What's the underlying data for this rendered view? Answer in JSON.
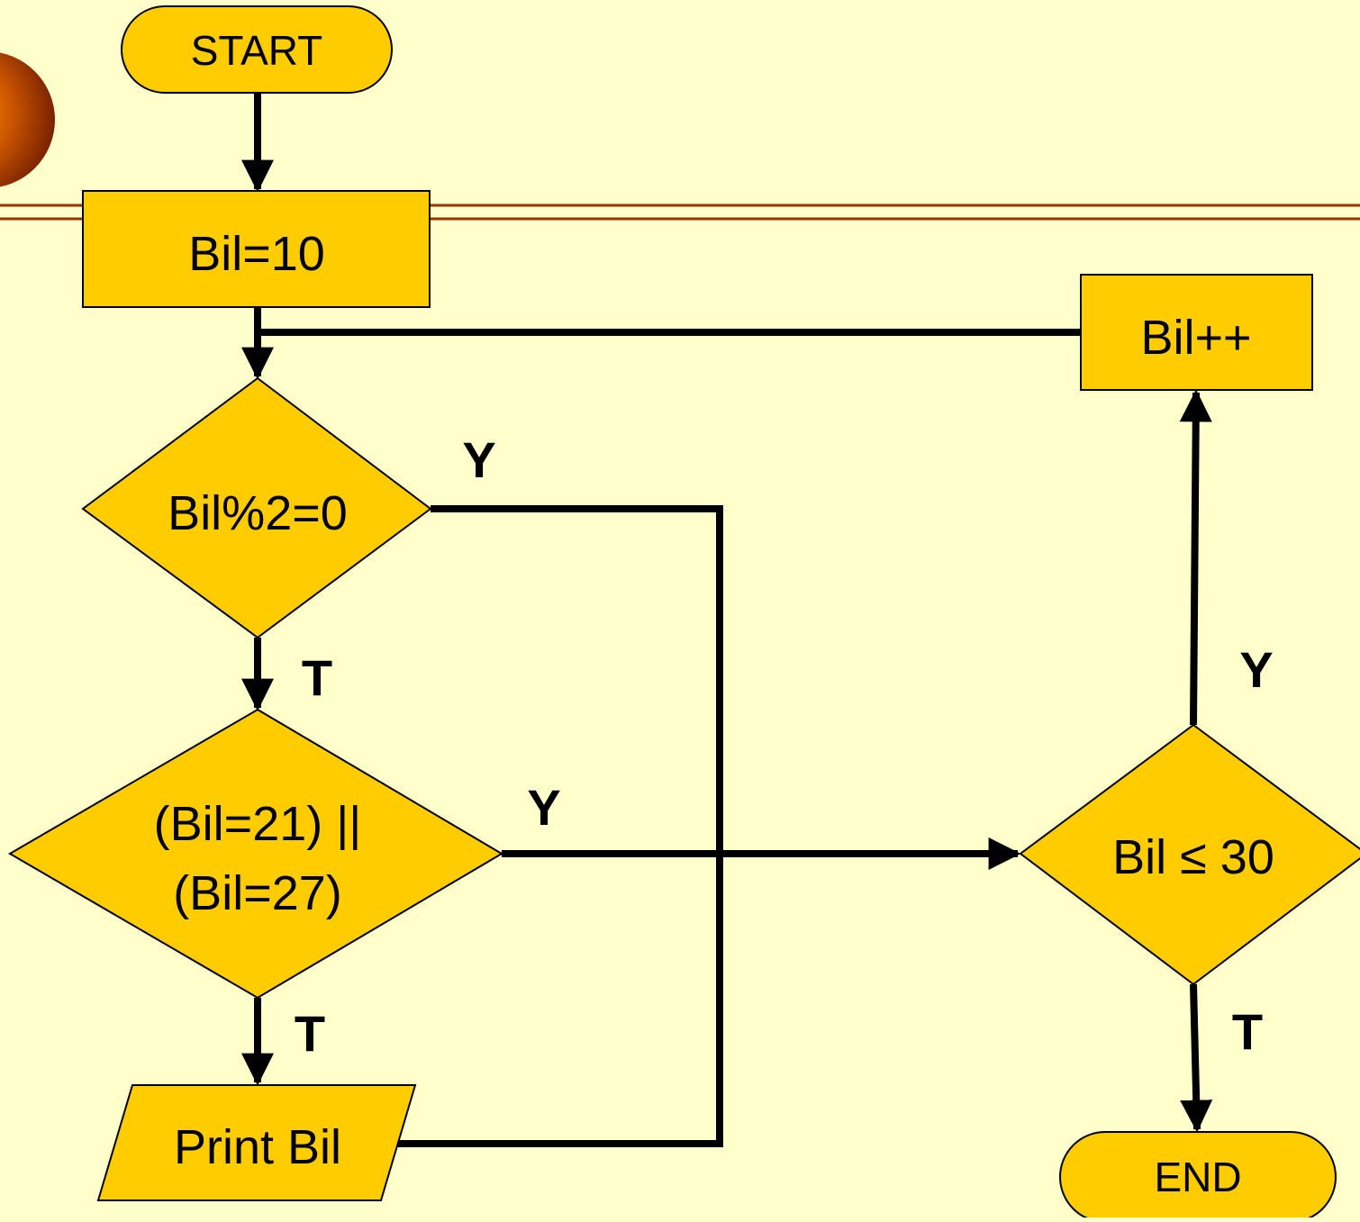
{
  "colors": {
    "background": "#ffffcc",
    "node_fill": "#ffcc00",
    "rule_line": "#993300",
    "bullet_circle": "#b34700"
  },
  "nodes": {
    "start": "START",
    "init": "Bil=10",
    "increment": "Bil++",
    "check_even": "Bil%2=0",
    "check_special_line1": "(Bil=21) ||",
    "check_special_line2": "(Bil=27)",
    "print": "Print Bil",
    "check_limit": "Bil ≤ 30",
    "end": "END"
  },
  "branch_labels": {
    "even_yes": "Y",
    "even_no": "T",
    "special_yes": "Y",
    "special_no": "T",
    "limit_yes": "Y",
    "limit_no": "T"
  }
}
